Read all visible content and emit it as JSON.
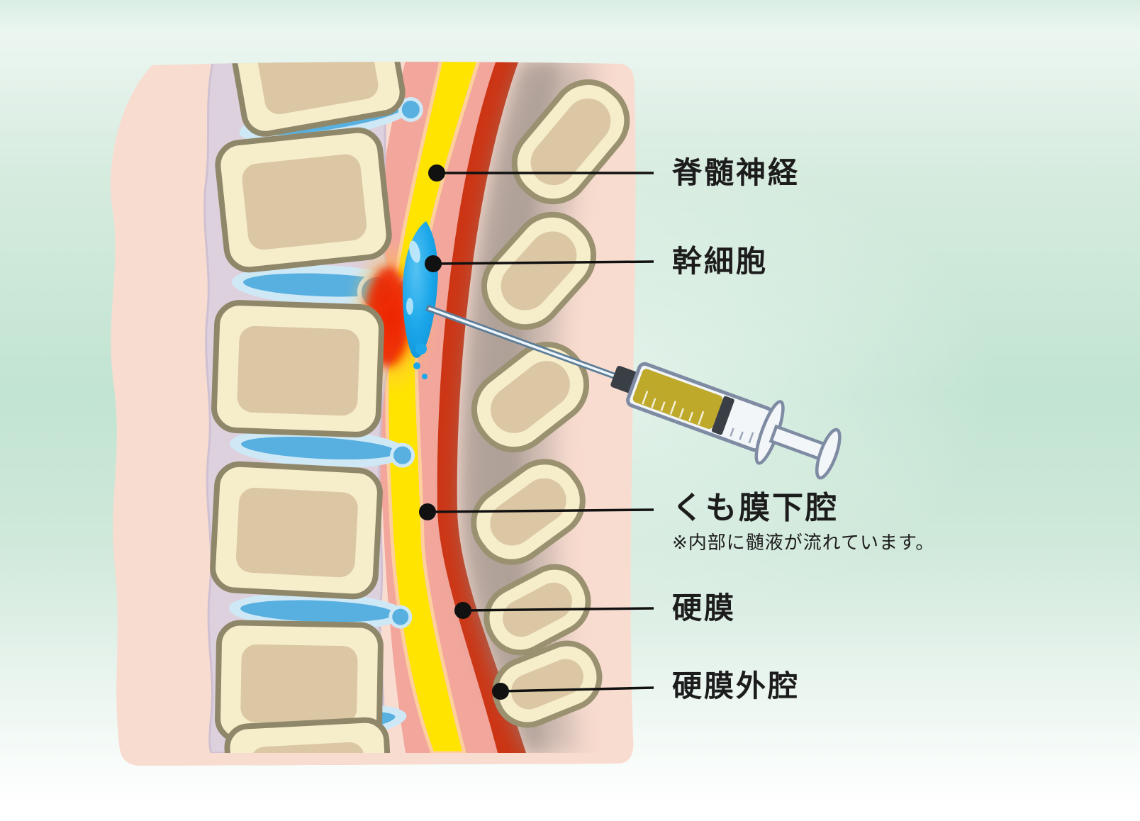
{
  "labels": [
    {
      "name": "spinal-nerve",
      "text": "脊髄神経"
    },
    {
      "name": "stem-cell",
      "text": "幹細胞"
    },
    {
      "name": "subarachnoid-space",
      "text": "くも膜下腔",
      "note": "※内部に髄液が流れています。"
    },
    {
      "name": "dura-mater",
      "text": "硬膜"
    },
    {
      "name": "epidural-space",
      "text": "硬膜外腔"
    }
  ],
  "colors": {
    "background_mint": "#c2e4d2",
    "panel_pink": "#f9dcd0",
    "bone_cream": "#f6eeca",
    "bone_tan": "#dcc7a5",
    "bone_outline": "#8f8769",
    "disc_blue": "#58b0e0",
    "disc_rim": "#cfe8f6",
    "ligament_lavender": "#ddd1de",
    "csf_salmon": "#f2a69c",
    "cord_yellow": "#ffe400",
    "membrane_peach": "#fccf9c",
    "dura_red": "#cd3413",
    "injury_red": "#ee2200",
    "stemcell_blue": "#1ba7ea",
    "syringe_fluid": "#bfa92a",
    "syringe_outline": "#7e8ba3",
    "leader_line": "#111111",
    "label_text": "#1c1c1c"
  }
}
